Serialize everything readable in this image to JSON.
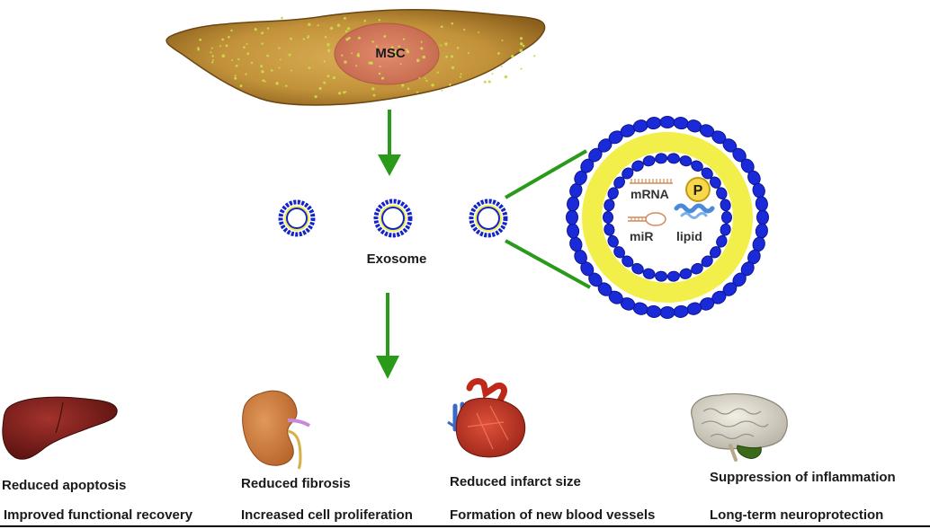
{
  "cell": {
    "label": "MSC"
  },
  "exosome": {
    "label": "Exosome"
  },
  "cargo": {
    "mrna": "mRNA",
    "protein": "P",
    "mir": "miR",
    "lipid": "lipid"
  },
  "effects": [
    {
      "organ": "liver",
      "primary": "Reduced apoptosis",
      "secondary": "Improved functional recovery"
    },
    {
      "organ": "kidney",
      "primary": "Reduced fibrosis",
      "secondary": "Increased cell proliferation"
    },
    {
      "organ": "heart",
      "primary": "Reduced infarct size",
      "secondary": "Formation of new blood vessels"
    },
    {
      "organ": "brain",
      "primary": "Suppression of inflammation",
      "secondary": "Long-term neuroprotection"
    }
  ],
  "colors": {
    "arrow": "#2a9a1a",
    "membrane_head": "#1424c8",
    "membrane_tail": "#f2ee4a",
    "cell_body": "#b8862e",
    "nucleus": "#d97858"
  }
}
